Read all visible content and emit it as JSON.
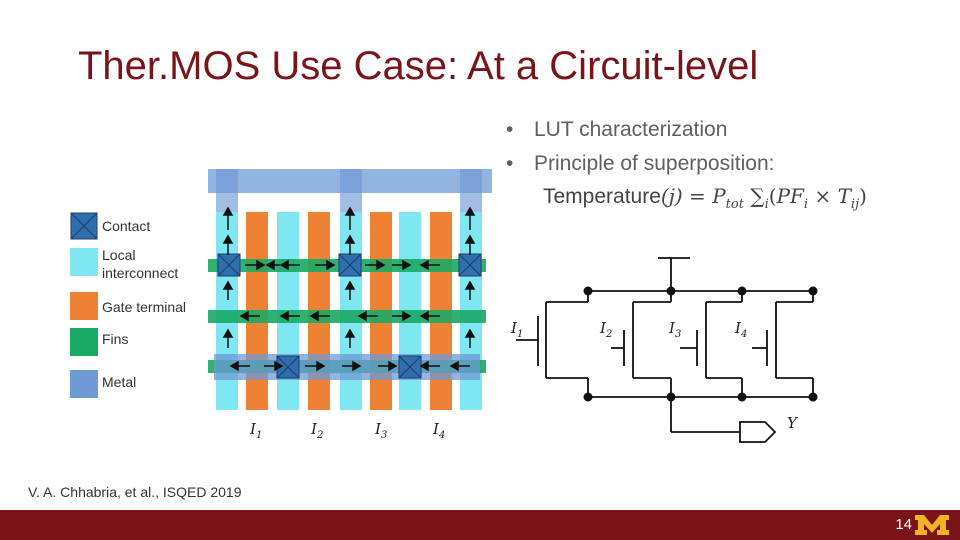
{
  "slide": {
    "title": "Ther.MOS Use Case: At a Circuit-level",
    "citation": "V. A. Chhabria, et al., ISQED 2019",
    "page_number": "14"
  },
  "bullets": [
    {
      "text": "LUT characterization"
    },
    {
      "text": "Principle of superposition:"
    }
  ],
  "formula": {
    "label": "Temperature",
    "arg": "(j)",
    "eq": " = ",
    "p": "P",
    "p_sub": "tot",
    "sum": " ∑",
    "sum_sub": "i",
    "paren_open": "(",
    "pf": "PF",
    "pf_sub": "i",
    "times": " × ",
    "t": "T",
    "t_sub": "ij",
    "paren_close": ")"
  },
  "legend": [
    {
      "label": "Contact",
      "color": "#2f6fb0"
    },
    {
      "label": "Local interconnect",
      "color": "#7fe7f2"
    },
    {
      "label": "Gate terminal",
      "color": "#ee8234"
    },
    {
      "label": "Fins",
      "color": "#1aa865"
    },
    {
      "label": "Metal",
      "color": "#6f9ad6"
    }
  ],
  "layout_labels": {
    "i1": "I",
    "i1_sub": "1",
    "i2": "I",
    "i2_sub": "2",
    "i3": "I",
    "i3_sub": "3",
    "i4": "I",
    "i4_sub": "4"
  },
  "schematic_labels": {
    "i1": "I",
    "i1_sub": "1",
    "i2": "I",
    "i2_sub": "2",
    "i3": "I",
    "i3_sub": "3",
    "i4": "I",
    "i4_sub": "4",
    "y": "Y"
  },
  "colors": {
    "brand": "#7a1419",
    "gold": "#f0b323"
  }
}
